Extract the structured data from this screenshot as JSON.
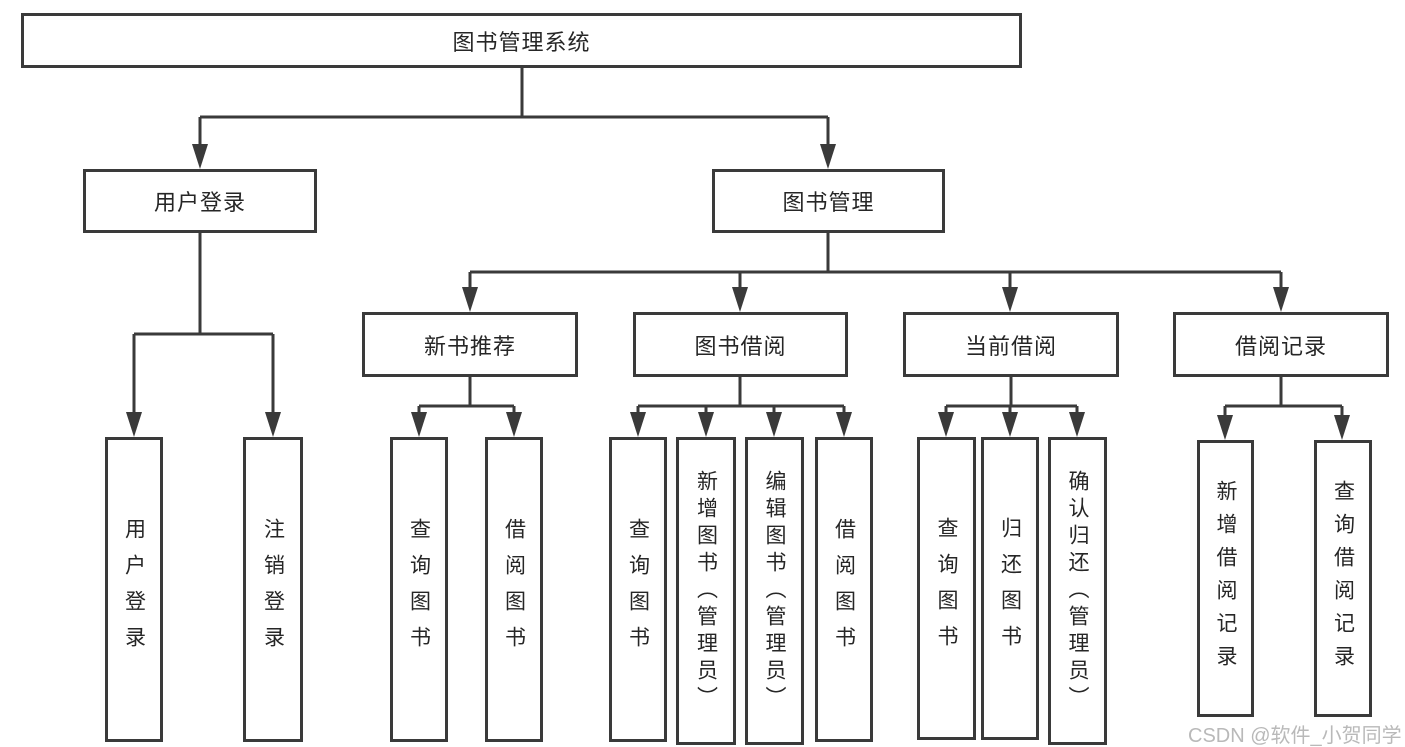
{
  "diagram_title": "图书管理系统",
  "tree": {
    "label": "图书管理系统",
    "children": [
      {
        "label": "用户登录",
        "children": [
          {
            "label": "用户登录"
          },
          {
            "label": "注销登录"
          }
        ]
      },
      {
        "label": "图书管理",
        "children": [
          {
            "label": "新书推荐",
            "children": [
              {
                "label": "查询图书"
              },
              {
                "label": "借阅图书"
              }
            ]
          },
          {
            "label": "图书借阅",
            "children": [
              {
                "label": "查询图书"
              },
              {
                "label": "新增图书（管理员）"
              },
              {
                "label": "编辑图书（管理员）"
              },
              {
                "label": "借阅图书"
              }
            ]
          },
          {
            "label": "当前借阅",
            "children": [
              {
                "label": "查询图书"
              },
              {
                "label": "归还图书"
              },
              {
                "label": "确认归还（管理员）"
              }
            ]
          },
          {
            "label": "借阅记录",
            "children": [
              {
                "label": "新增借阅记录"
              },
              {
                "label": "查询借阅记录"
              }
            ]
          }
        ]
      }
    ]
  },
  "watermark": {
    "text": "CSDN @软件_小贺同学"
  },
  "colors": {
    "line": "#3a3a3a",
    "box_border": "#3a3a3a",
    "text": "#262626",
    "watermark": "#b9b9b9",
    "background": "#ffffff"
  }
}
